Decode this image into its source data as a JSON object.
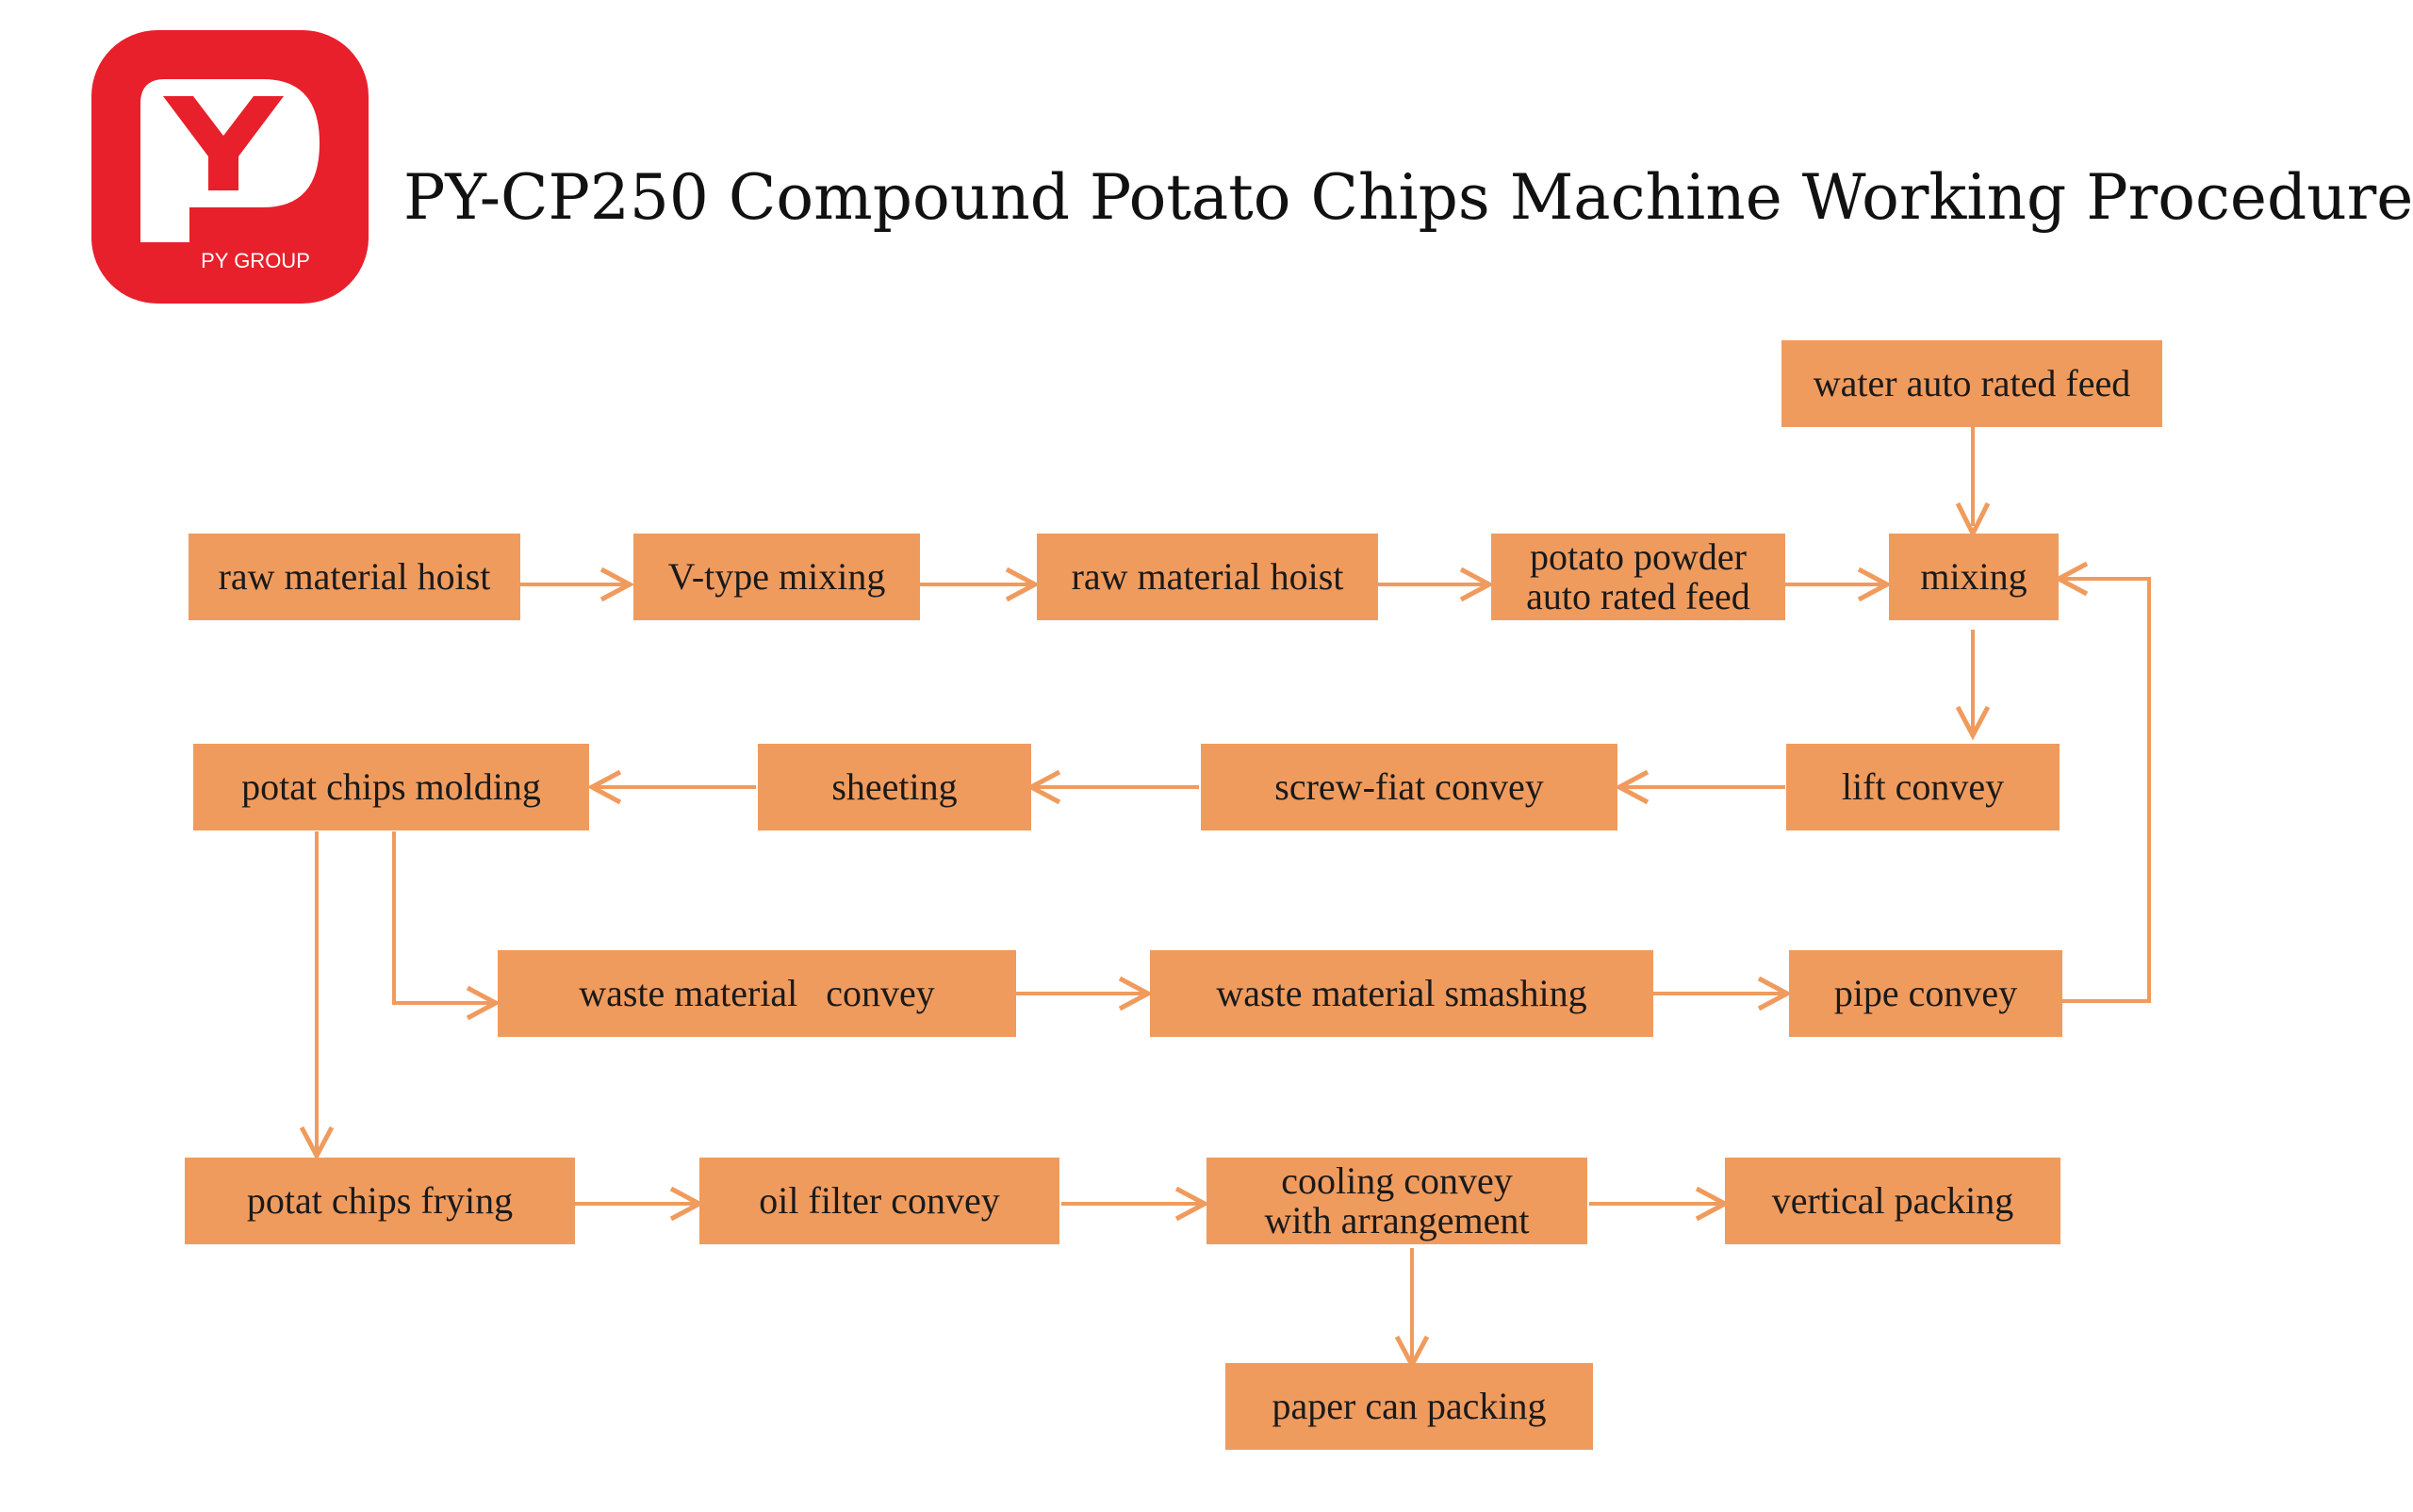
{
  "logo": {
    "text": "PY GROUP",
    "brand_color": "#e8202c"
  },
  "title": "PY-CP250 Compound Potato Chips Machine Working Procedure",
  "colors": {
    "box_fill": "#f09b5e",
    "arrow": "#f09b5e",
    "text": "#1a1a1a"
  },
  "nodes": {
    "water_feed": "water auto rated feed",
    "raw_hoist_1": "raw material hoist",
    "v_mixing": "V-type mixing",
    "raw_hoist_2": "raw material hoist",
    "powder_feed": "potato powder\nauto rated feed",
    "mixing": "mixing",
    "molding": "potat chips molding",
    "sheeting": "sheeting",
    "screw_convey": "screw-fiat convey",
    "lift_convey": "lift convey",
    "waste_convey": "waste material   convey",
    "waste_smashing": "waste material smashing",
    "pipe_convey": "pipe convey",
    "frying": "potat chips frying",
    "oil_filter": "oil filter convey",
    "cooling": "cooling convey\nwith arrangement",
    "vertical_packing": "vertical packing",
    "paper_can": "paper can packing"
  },
  "edges": [
    [
      "water_feed",
      "mixing"
    ],
    [
      "raw_hoist_1",
      "v_mixing"
    ],
    [
      "v_mixing",
      "raw_hoist_2"
    ],
    [
      "raw_hoist_2",
      "powder_feed"
    ],
    [
      "powder_feed",
      "mixing"
    ],
    [
      "mixing",
      "lift_convey"
    ],
    [
      "lift_convey",
      "screw_convey"
    ],
    [
      "screw_convey",
      "sheeting"
    ],
    [
      "sheeting",
      "molding"
    ],
    [
      "molding",
      "waste_convey"
    ],
    [
      "waste_convey",
      "waste_smashing"
    ],
    [
      "waste_smashing",
      "pipe_convey"
    ],
    [
      "pipe_convey",
      "mixing"
    ],
    [
      "molding",
      "frying"
    ],
    [
      "frying",
      "oil_filter"
    ],
    [
      "oil_filter",
      "cooling"
    ],
    [
      "cooling",
      "vertical_packing"
    ],
    [
      "cooling",
      "paper_can"
    ]
  ]
}
